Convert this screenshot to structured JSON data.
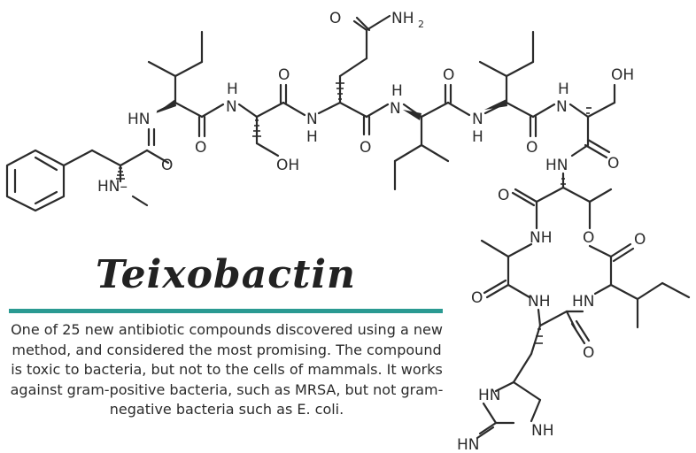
{
  "title": "Teixobactin",
  "description": "One of 25 new antibiotic compounds discovered using a new method, and considered the most promising. The compound is toxic to bacteria, but not to the cells of mammals. It works against gram-positive bacteria, such as MRSA, but not gram-negative bacteria such as E. coli.",
  "atom_labels": {
    "o": "O",
    "oh": "OH",
    "nh": "NH",
    "hn": "HN",
    "hn_dash": "HN–",
    "nh2_main": "NH",
    "nh2_sub": "2",
    "h": "H",
    "n": "N",
    "hn_imine": "HN"
  },
  "colors": {
    "accent_rule": "#2a9a92",
    "ink": "#2b2b2b"
  }
}
